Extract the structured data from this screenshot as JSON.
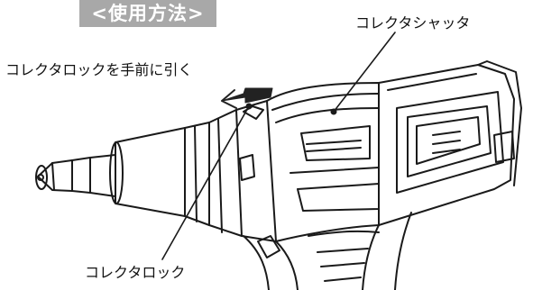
{
  "title": "<使用方法>",
  "labels": {
    "collector_shutter": "コレクタシャッタ",
    "collector_lock_pull": "コレクタロックを手前に引く",
    "collector_lock": "コレクタロック"
  },
  "colors": {
    "title_bg": "#a8a8a8",
    "line": "#1a1a1a",
    "arrow": "#222222",
    "background": "#ffffff"
  }
}
